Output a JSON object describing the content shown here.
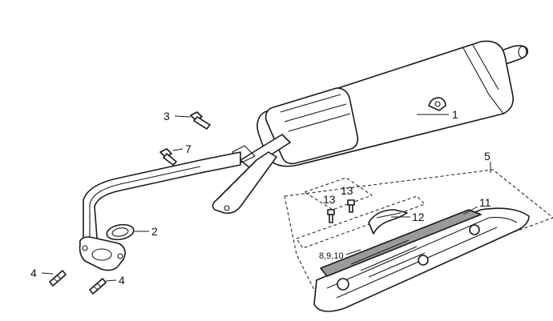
{
  "callouts": {
    "c1": "1",
    "c2": "2",
    "c3": "3",
    "c4a": "4",
    "c4b": "4",
    "c5": "5",
    "c7": "7",
    "c8910": "8,9,10",
    "c11": "11",
    "c12": "12",
    "c13a": "13",
    "c13b": "13"
  },
  "colors": {
    "ink": "#1a1a1a",
    "shade": "#9a9a9a",
    "background": "#ffffff"
  }
}
